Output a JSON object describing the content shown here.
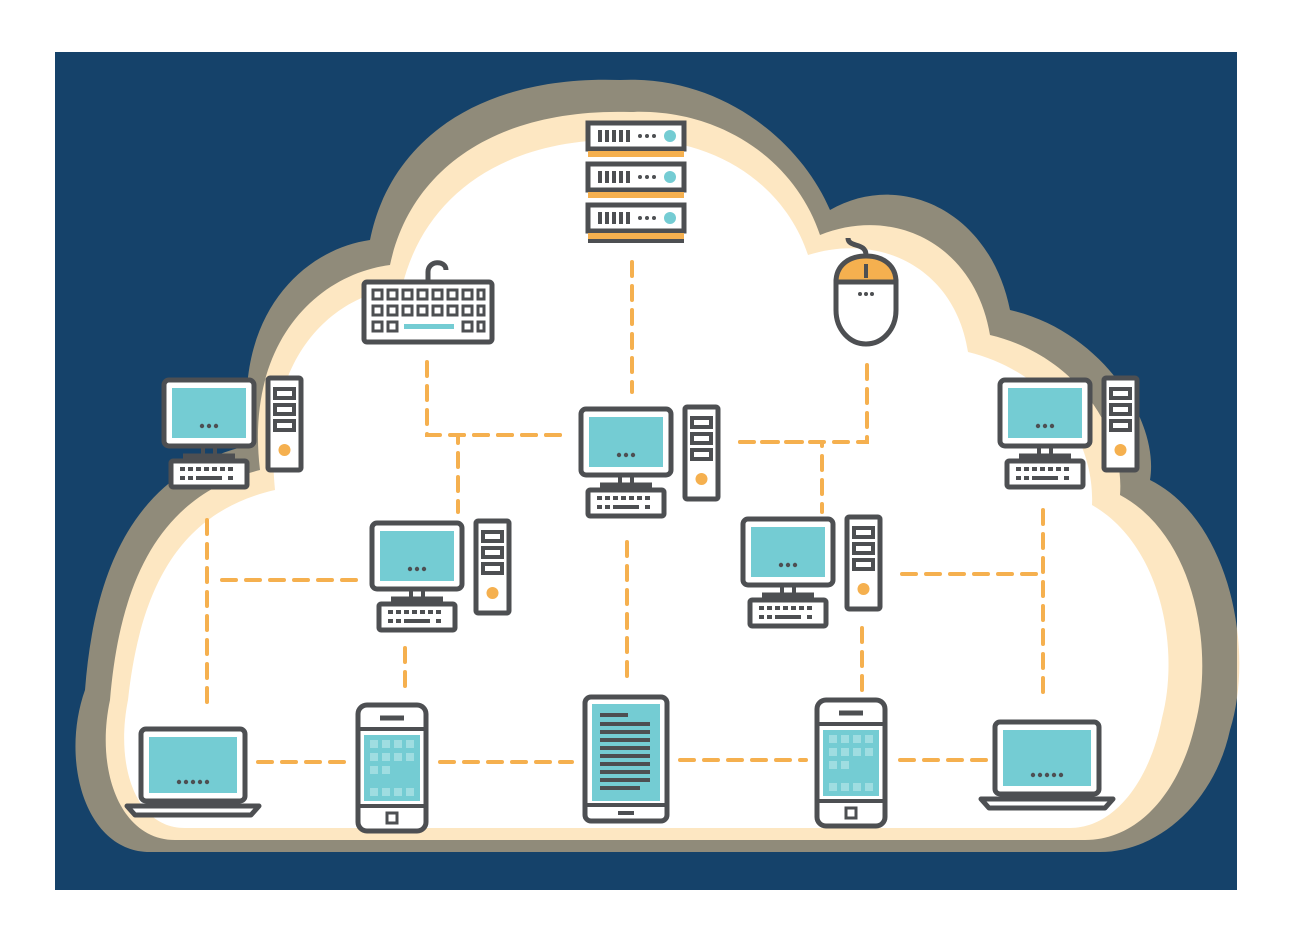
{
  "palette": {
    "background": "#15426a",
    "cloud_fill": "#ffffff",
    "cloud_glow": "#f7b860",
    "outline": "#4d4f52",
    "screen": "#74ccd3",
    "accent": "#f5b04f",
    "link": "#f5b04f"
  },
  "nodes": [
    {
      "id": "server",
      "type": "server-rack",
      "name": "server-rack-icon"
    },
    {
      "id": "keyboard",
      "type": "keyboard",
      "name": "keyboard-icon"
    },
    {
      "id": "mouse",
      "type": "mouse",
      "name": "mouse-icon"
    },
    {
      "id": "pc-left",
      "type": "desktop-pc",
      "name": "desktop-pc-icon-left"
    },
    {
      "id": "pc-center",
      "type": "desktop-pc",
      "name": "desktop-pc-icon-center"
    },
    {
      "id": "pc-right",
      "type": "desktop-pc",
      "name": "desktop-pc-icon-right"
    },
    {
      "id": "pc-mid-left",
      "type": "desktop-pc",
      "name": "desktop-pc-icon-mid-left"
    },
    {
      "id": "pc-mid-right",
      "type": "desktop-pc",
      "name": "desktop-pc-icon-mid-right"
    },
    {
      "id": "laptop-left",
      "type": "laptop",
      "name": "laptop-icon-left"
    },
    {
      "id": "phone-left",
      "type": "smartphone",
      "name": "smartphone-icon-left"
    },
    {
      "id": "ereader",
      "type": "e-reader",
      "name": "e-reader-icon"
    },
    {
      "id": "phone-right",
      "type": "smartphone",
      "name": "smartphone-icon-right"
    },
    {
      "id": "laptop-right",
      "type": "laptop",
      "name": "laptop-icon-right"
    }
  ],
  "links": [
    [
      "server",
      "pc-center"
    ],
    [
      "keyboard",
      "pc-center"
    ],
    [
      "mouse",
      "pc-center"
    ],
    [
      "pc-center",
      "pc-mid-left"
    ],
    [
      "pc-center",
      "pc-mid-right"
    ],
    [
      "pc-center",
      "ereader"
    ],
    [
      "pc-left",
      "pc-mid-left"
    ],
    [
      "pc-left",
      "laptop-left"
    ],
    [
      "pc-mid-left",
      "phone-left"
    ],
    [
      "laptop-left",
      "phone-left"
    ],
    [
      "phone-left",
      "ereader"
    ],
    [
      "ereader",
      "phone-right"
    ],
    [
      "phone-right",
      "laptop-right"
    ],
    [
      "pc-mid-right",
      "phone-right"
    ],
    [
      "pc-mid-right",
      "pc-right"
    ],
    [
      "pc-right",
      "laptop-right"
    ]
  ]
}
